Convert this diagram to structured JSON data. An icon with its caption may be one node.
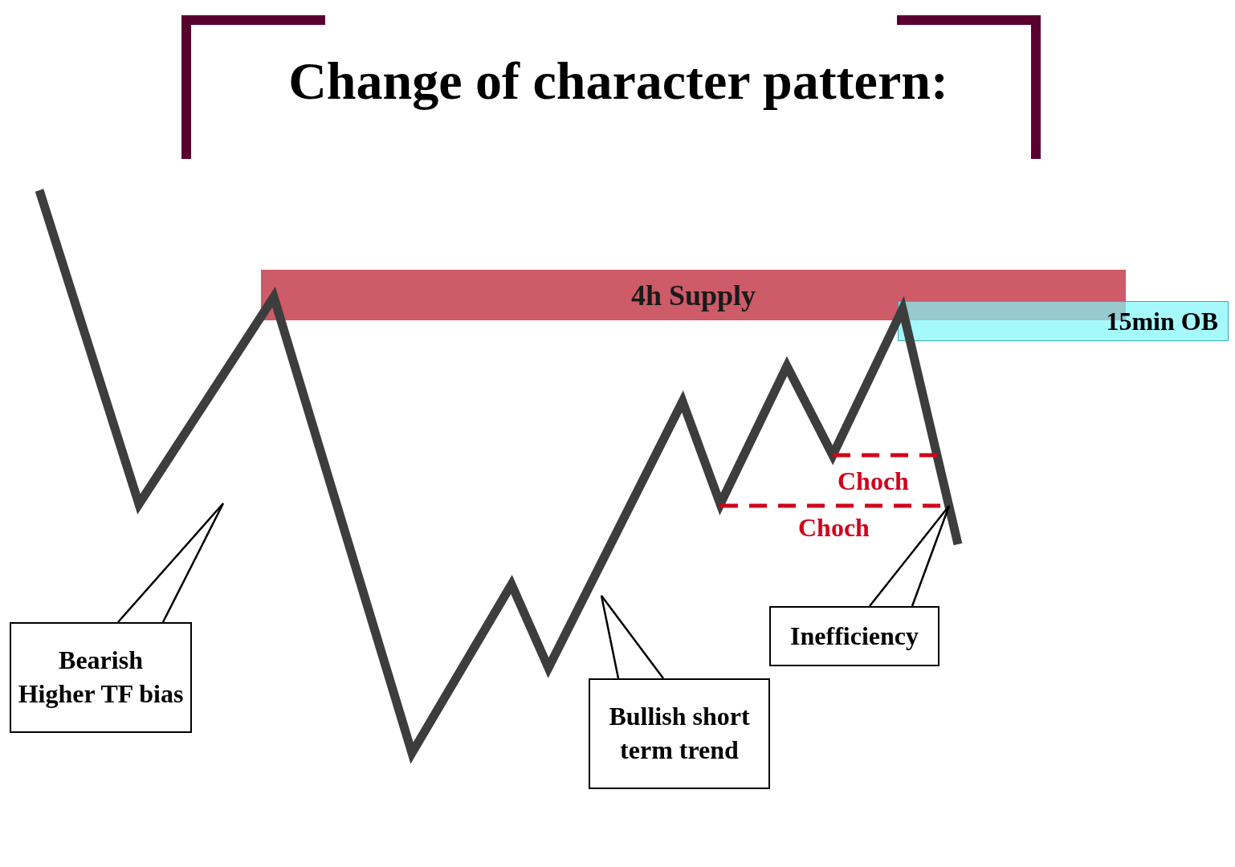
{
  "diagram": {
    "title": "Change of character pattern:",
    "nodes": [
      {
        "text": [
          "4h Supply"
        ]
      },
      {
        "text": [
          "15min OB"
        ]
      },
      {
        "text": [
          "Bearish Higher TF bias"
        ]
      },
      {
        "text": [
          "Bullish short term trend"
        ]
      },
      {
        "text": [
          "Inefficiency"
        ]
      }
    ],
    "edges": [
      {
        "from": 2,
        "to": null,
        "arrow": "none"
      },
      {
        "from": 3,
        "to": null,
        "arrow": "none"
      },
      {
        "from": 4,
        "to": null,
        "arrow": "none"
      }
    ],
    "labels": [
      "Choch",
      "Choch"
    ]
  }
}
